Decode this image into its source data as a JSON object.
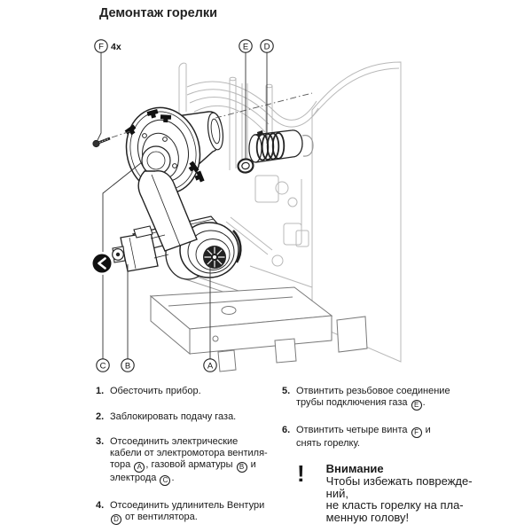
{
  "title": "Демонтаж горелки",
  "colors": {
    "text": "#1a1a1a",
    "line_dark": "#222222",
    "line_light": "#b8b8b8"
  },
  "figure": {
    "callouts": {
      "f": "F",
      "f_qty": "4x",
      "e": "E",
      "d": "D",
      "c": "C",
      "b": "B",
      "a": "A"
    },
    "nav_arrow": "‹"
  },
  "steps_left": [
    {
      "num": "1.",
      "lines": [
        [
          "Обесточить прибор."
        ]
      ]
    },
    {
      "num": "2.",
      "lines": [
        [
          "Заблокировать подачу газа."
        ]
      ]
    },
    {
      "num": "3.",
      "lines": [
        [
          "Отсоединить электрические"
        ],
        [
          "кабели от электромотора вентиля-"
        ],
        [
          "тора ",
          "@A",
          ", газовой арматуры ",
          "@B",
          " и"
        ],
        [
          "электрода ",
          "@C",
          "."
        ]
      ]
    },
    {
      "num": "4.",
      "lines": [
        [
          "Отсоединить удлинитель Вентури"
        ],
        [
          "@D",
          " от вентилятора."
        ]
      ]
    }
  ],
  "steps_right": [
    {
      "num": "5.",
      "lines": [
        [
          "Отвинтить резьбовое соединение"
        ],
        [
          "трубы подключения газа ",
          "@E",
          "."
        ]
      ]
    },
    {
      "num": "6.",
      "lines": [
        [
          "Отвинтить четыре винта ",
          "@F",
          " и"
        ],
        [
          "снять горелку."
        ]
      ]
    }
  ],
  "warning": {
    "icon": "!",
    "title": "Внимание",
    "lines": [
      [
        "Чтобы избежать поврежде-"
      ],
      [
        "ний,"
      ],
      [
        "не класть горелку на пла-"
      ],
      [
        "менную голову!"
      ]
    ]
  }
}
